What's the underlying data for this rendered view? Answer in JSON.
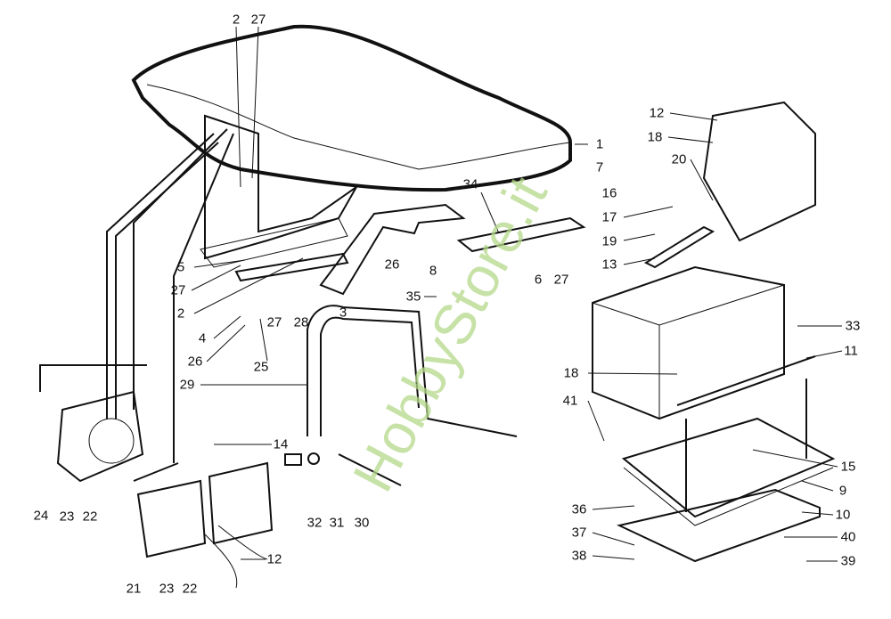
{
  "watermark": "HobbyStore.it",
  "callouts": [
    {
      "id": "c1",
      "text": "2"
    },
    {
      "id": "c2",
      "text": "27"
    },
    {
      "id": "c3",
      "text": "1"
    },
    {
      "id": "c4",
      "text": "7"
    },
    {
      "id": "c5",
      "text": "34"
    },
    {
      "id": "c6",
      "text": "12"
    },
    {
      "id": "c7",
      "text": "18"
    },
    {
      "id": "c8",
      "text": "20"
    },
    {
      "id": "c9",
      "text": "16"
    },
    {
      "id": "c10",
      "text": "17"
    },
    {
      "id": "c11",
      "text": "19"
    },
    {
      "id": "c12",
      "text": "13"
    },
    {
      "id": "c13",
      "text": "26"
    },
    {
      "id": "c14",
      "text": "5"
    },
    {
      "id": "c15",
      "text": "27"
    },
    {
      "id": "c16",
      "text": "2"
    },
    {
      "id": "c17",
      "text": "8"
    },
    {
      "id": "c18",
      "text": "6"
    },
    {
      "id": "c19",
      "text": "27"
    },
    {
      "id": "c20",
      "text": "35"
    },
    {
      "id": "c21",
      "text": "3"
    },
    {
      "id": "c22",
      "text": "4"
    },
    {
      "id": "c23",
      "text": "27"
    },
    {
      "id": "c24",
      "text": "28"
    },
    {
      "id": "c25",
      "text": "26"
    },
    {
      "id": "c26",
      "text": "25"
    },
    {
      "id": "c27",
      "text": "33"
    },
    {
      "id": "c28",
      "text": "11"
    },
    {
      "id": "c29",
      "text": "29"
    },
    {
      "id": "c30",
      "text": "18"
    },
    {
      "id": "c31",
      "text": "41"
    },
    {
      "id": "c32",
      "text": "14"
    },
    {
      "id": "c33",
      "text": "15"
    },
    {
      "id": "c34",
      "text": "9"
    },
    {
      "id": "c35",
      "text": "36"
    },
    {
      "id": "c36",
      "text": "10"
    },
    {
      "id": "c37",
      "text": "24"
    },
    {
      "id": "c38",
      "text": "23"
    },
    {
      "id": "c39",
      "text": "22"
    },
    {
      "id": "c40",
      "text": "32"
    },
    {
      "id": "c41",
      "text": "31"
    },
    {
      "id": "c42",
      "text": "30"
    },
    {
      "id": "c43",
      "text": "37"
    },
    {
      "id": "c44",
      "text": "40"
    },
    {
      "id": "c45",
      "text": "38"
    },
    {
      "id": "c46",
      "text": "39"
    },
    {
      "id": "c47",
      "text": "12"
    },
    {
      "id": "c48",
      "text": "21"
    },
    {
      "id": "c49",
      "text": "23"
    },
    {
      "id": "c50",
      "text": "22"
    }
  ]
}
